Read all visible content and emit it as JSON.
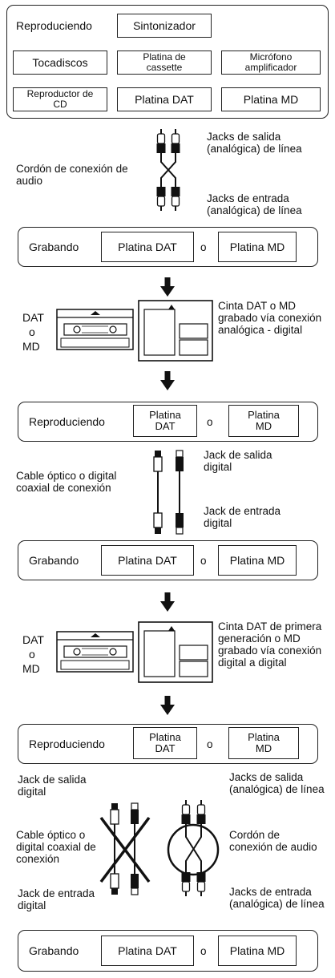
{
  "sources": {
    "playing": "Reproduciendo",
    "tuner": "Sintonizador",
    "turntable": "Tocadiscos",
    "cassette_deck": "Platina de cassette",
    "mic_amp": "Micrófono amplificador",
    "cd_player": "Reproductor de CD",
    "dat_deck": "Platina DAT",
    "md_deck": "Platina MD"
  },
  "analog_link": {
    "out_label": "Jacks de salida (analógica) de línea",
    "cord_label": "Cordón de conexión de audio",
    "in_label": "Jacks de entrada (analógica) de línea"
  },
  "rec1": {
    "recording": "Grabando",
    "dat": "Platina DAT",
    "or": "o",
    "md": "Platina MD"
  },
  "media1": {
    "left_dat": "DAT",
    "left_or": "o",
    "left_md": "MD",
    "caption": "Cinta DAT o MD grabado vía conexión analógica - digital"
  },
  "play2": {
    "playing": "Reproduciendo",
    "dat": "Platina DAT",
    "or": "o",
    "md": "Platina MD"
  },
  "digital_link": {
    "out_label": "Jack de salida digital",
    "cable_label": "Cable óptico o digital coaxial de conexión",
    "in_label": "Jack de entrada digital"
  },
  "rec2": {
    "recording": "Grabando",
    "dat": "Platina DAT",
    "or": "o",
    "md": "Platina MD"
  },
  "media2": {
    "left_dat": "DAT",
    "left_or": "o",
    "left_md": "MD",
    "caption": "Cinta DAT de primera generación o MD grabado vía conexión digital a digital"
  },
  "play3": {
    "playing": "Reproduciendo",
    "dat": "Platina DAT",
    "or": "o",
    "md": "Platina MD"
  },
  "final_link": {
    "digital_out": "Jack de salida digital",
    "analog_out": "Jacks de salida (analógica) de línea",
    "digital_cable": "Cable óptico o digital coaxial de conexión",
    "audio_cord": "Cordón de conexión de audio",
    "digital_in": "Jack de entrada digital",
    "analog_in": "Jacks de entrada (analógica) de línea"
  },
  "rec3": {
    "recording": "Grabando",
    "dat": "Platina DAT",
    "or": "o",
    "md": "Platina MD"
  }
}
